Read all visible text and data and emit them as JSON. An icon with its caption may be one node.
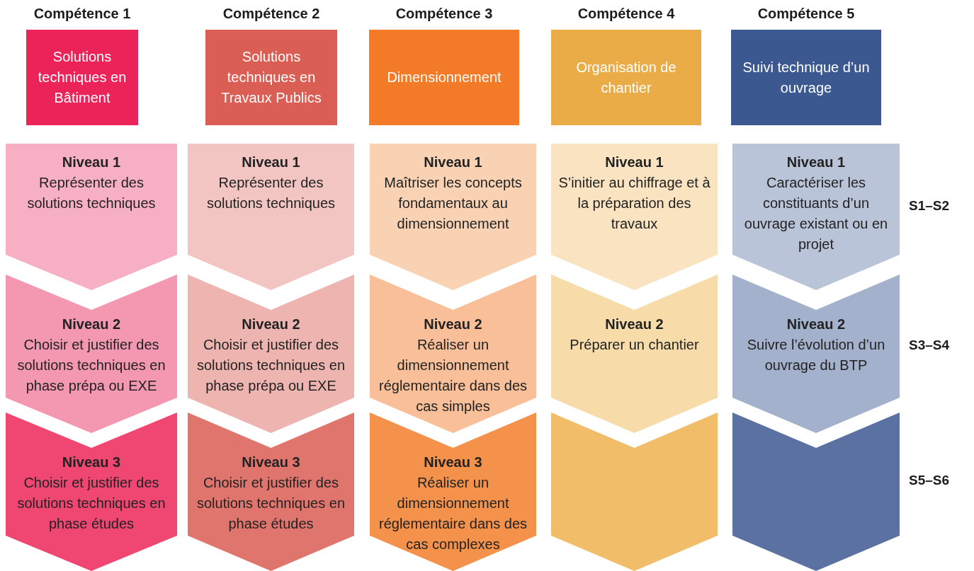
{
  "diagram": {
    "nodes": [
      {
        "text": [
          "Compétence 1",
          "Solutions techniques en Bâtiment"
        ]
      },
      {
        "text": [
          "Compétence 2",
          "Solutions techniques en Travaux Publics"
        ]
      },
      {
        "text": [
          "Compétence 3",
          "Dimensionnement"
        ]
      },
      {
        "text": [
          "Compétence 4",
          "Organisation de chantier"
        ]
      },
      {
        "text": [
          "Compétence 5",
          "Suivi technique d’un ouvrage"
        ]
      },
      {
        "text": [
          "Niveau 1",
          "Représenter des solutions techniques"
        ]
      },
      {
        "text": [
          "Niveau 1",
          "Représenter des solutions techniques"
        ]
      },
      {
        "text": [
          "Niveau 1",
          "Maîtriser les concepts fondamentaux au dimensionnement"
        ]
      },
      {
        "text": [
          "Niveau 1",
          "S’initier au chiffrage et à la préparation des travaux"
        ]
      },
      {
        "text": [
          "Niveau 1",
          "Caractériser les constituants d’un ouvrage existant ou en projet"
        ]
      },
      {
        "text": [
          "Niveau 2",
          "Choisir et justifier des solutions techniques en phase prépa ou EXE"
        ]
      },
      {
        "text": [
          "Niveau 2",
          "Choisir et justifier des solutions techniques en phase prépa ou EXE"
        ]
      },
      {
        "text": [
          "Niveau 2",
          "Réaliser un dimensionnement réglementaire dans des cas simples"
        ]
      },
      {
        "text": [
          "Niveau 2",
          "Préparer un chantier"
        ]
      },
      {
        "text": [
          "Niveau 2",
          "Suivre l’évolution d’un ouvrage du BTP"
        ]
      },
      {
        "text": [
          "Niveau 3",
          "Choisir et justifier des solutions techniques en phase études"
        ]
      },
      {
        "text": [
          "Niveau 3",
          "Choisir et justifier des solutions techniques en phase études"
        ]
      },
      {
        "text": [
          "Niveau 3",
          "Réaliser un dimensionnement réglementaire dans des cas complexes"
        ]
      },
      {
        "text": [],
        "shape": "chevron"
      },
      {
        "text": [],
        "shape": "chevron"
      }
    ],
    "labels": [
      "S1–S2",
      "S3–S4",
      "S5–S6"
    ]
  }
}
